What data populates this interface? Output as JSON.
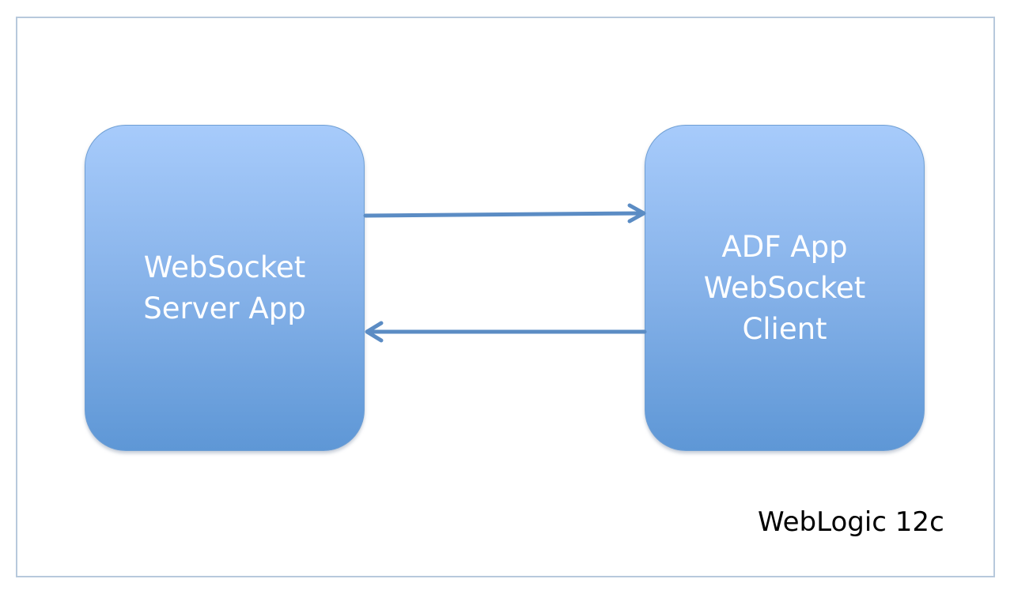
{
  "diagram": {
    "container_label": "WebLogic 12c",
    "nodes": [
      {
        "id": "server",
        "lines": [
          "WebSocket",
          "Server App"
        ]
      },
      {
        "id": "client",
        "lines": [
          "ADF App",
          "WebSocket",
          "Client"
        ]
      }
    ],
    "edges": [
      {
        "from": "server",
        "to": "client"
      },
      {
        "from": "client",
        "to": "server"
      }
    ]
  },
  "colors": {
    "node_top": "#a7cbfb",
    "node_bottom": "#5e97d6",
    "arrow": "#5b8cc4",
    "frame": "#b7c9dc"
  }
}
